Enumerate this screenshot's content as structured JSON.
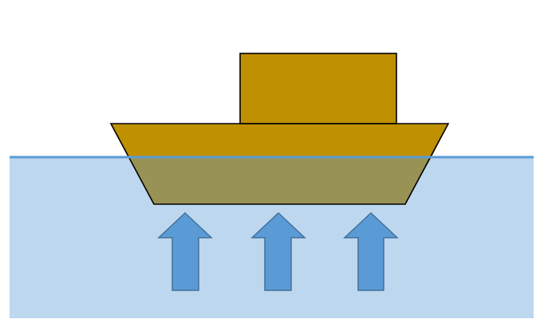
{
  "diagram": {
    "colors": {
      "background": "#ffffff",
      "water_fill": "#bdd7ee",
      "water_surface_line": "#5b9bd5",
      "boat_above_water": "#bf9000",
      "boat_below_water": "#989354",
      "boat_outline": "#000000",
      "arrow_fill": "#5b9bd5",
      "arrow_outline": "#41719c"
    },
    "elements": {
      "cabin": "boat-cabin",
      "hull_above_water": "boat-hull-above-water",
      "hull_below_water": "boat-hull-below-water",
      "water_body": "water",
      "water_surface": "water-surface",
      "arrows": [
        "up-arrow-icon",
        "up-arrow-icon",
        "up-arrow-icon"
      ]
    }
  }
}
